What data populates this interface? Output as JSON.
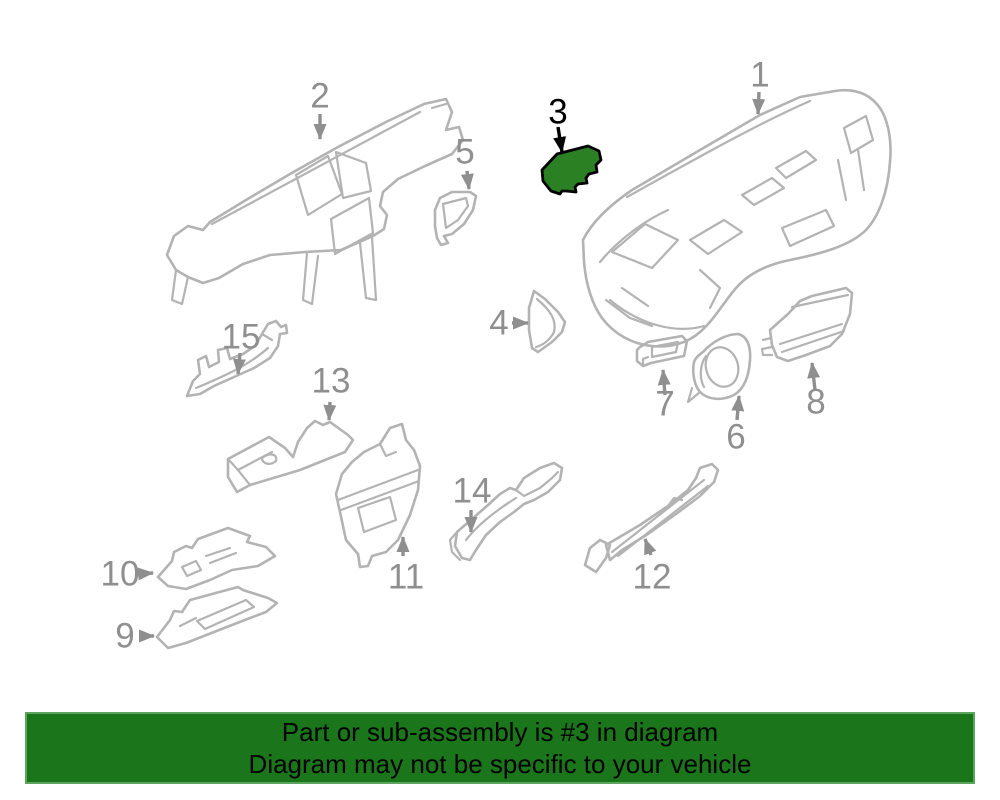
{
  "diagram": {
    "line_color": "#b3b3b3",
    "callout_color": "#8f8f8f",
    "highlighted_callout": "3",
    "highlight_fill": "#2b8024",
    "highlight_outline": "#000000",
    "callouts": [
      {
        "number": "1"
      },
      {
        "number": "2"
      },
      {
        "number": "3"
      },
      {
        "number": "4"
      },
      {
        "number": "5"
      },
      {
        "number": "6"
      },
      {
        "number": "7"
      },
      {
        "number": "8"
      },
      {
        "number": "9"
      },
      {
        "number": "10"
      },
      {
        "number": "11"
      },
      {
        "number": "12"
      },
      {
        "number": "13"
      },
      {
        "number": "14"
      },
      {
        "number": "15"
      }
    ]
  },
  "banner": {
    "line1": "Part or sub-assembly is #3 in diagram",
    "line2": "Diagram may not be specific to your vehicle",
    "background_color": "#1b761b",
    "border_color": "#5da45d",
    "text_color": "#000000"
  }
}
